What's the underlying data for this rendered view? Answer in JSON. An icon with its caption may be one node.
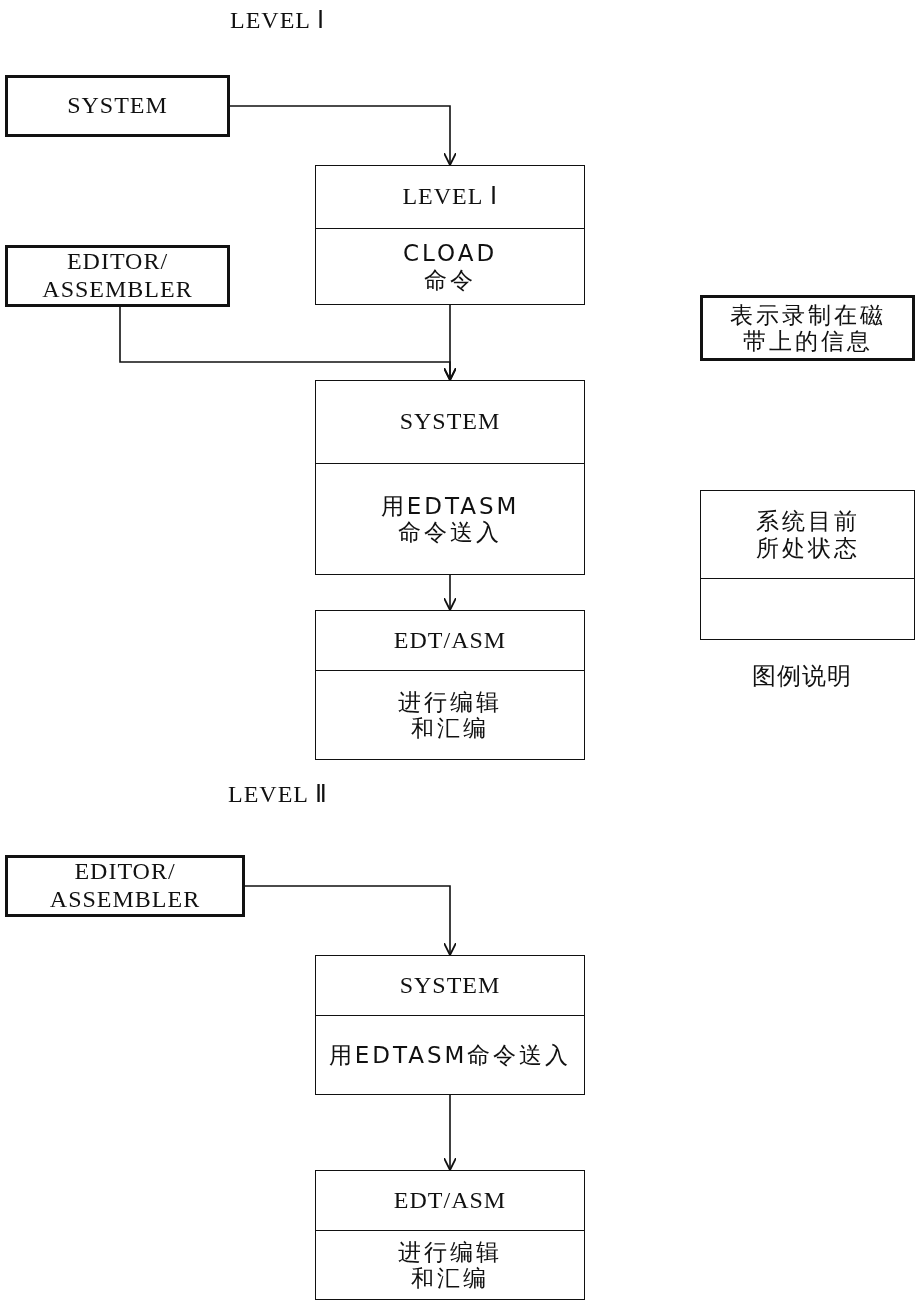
{
  "diagram": {
    "nodes": [
      {
        "text": [
          "SYSTEM"
        ]
      },
      {
        "text": [
          "LEVEL Ⅰ",
          "CLOAD 命令"
        ]
      },
      {
        "text": [
          "EDITOR/ ASSEMBLER"
        ]
      },
      {
        "text": [
          "SYSTEM",
          "用EDTASM命令送入"
        ]
      },
      {
        "text": [
          "EDT/ASM",
          "进行编辑和汇编"
        ]
      },
      {
        "text": [
          "EDITOR/ ASSEMBLER"
        ]
      },
      {
        "text": [
          "SYSTEM",
          "用EDTASM命令送入"
        ]
      },
      {
        "text": [
          "EDT/ASM",
          "进行编辑和汇编"
        ]
      },
      {
        "text": [
          "表示录制在磁带上的信息"
        ]
      },
      {
        "text": [
          "系统目前所处状态"
        ]
      }
    ],
    "edges": [
      {
        "from": 0,
        "to": 1,
        "arrow": "to"
      },
      {
        "from": 1,
        "to": 3,
        "arrow": "to"
      },
      {
        "from": 2,
        "to": 3,
        "arrow": "to"
      },
      {
        "from": 3,
        "to": 4,
        "arrow": "to"
      },
      {
        "from": 5,
        "to": 6,
        "arrow": "to"
      },
      {
        "from": 6,
        "to": 7,
        "arrow": "to"
      }
    ],
    "labels": [
      "LEVEL Ⅰ",
      "LEVEL Ⅱ",
      "图例说明"
    ]
  }
}
